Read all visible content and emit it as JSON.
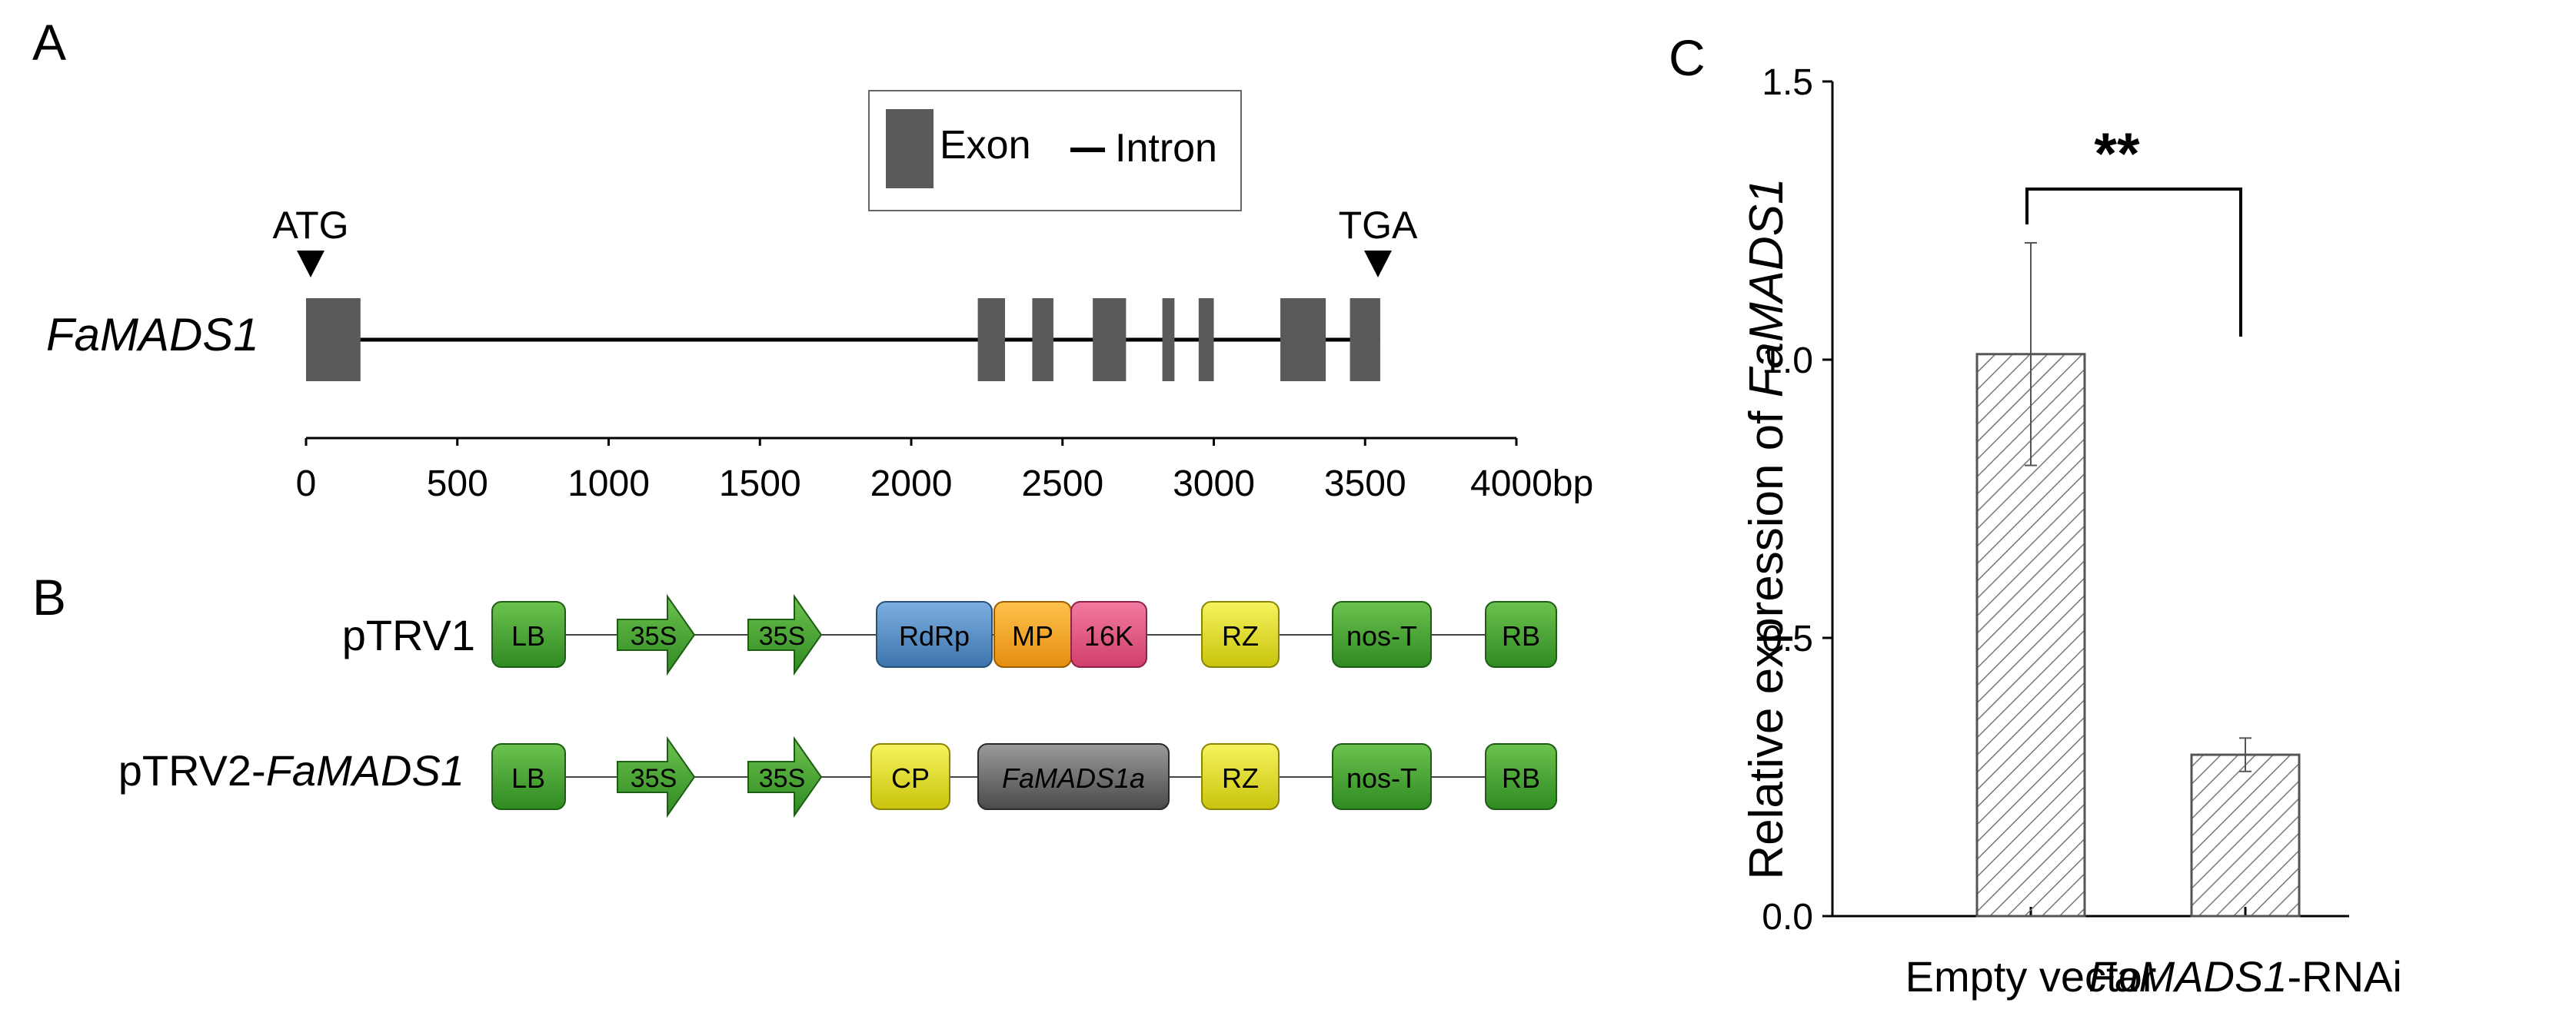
{
  "panels": {
    "a": {
      "label": "A",
      "legend": {
        "exon": "Exon",
        "intron": "Intron"
      },
      "gene_name": "FaMADS1",
      "start_codon": "ATG",
      "stop_codon": "TGA",
      "axis_ticks": [
        "0",
        "500",
        "1000",
        "1500",
        "2000",
        "2500",
        "3000",
        "3500",
        "4000bp"
      ]
    },
    "b": {
      "label": "B",
      "pTRV1": {
        "name": "pTRV1",
        "elements": [
          "LB",
          "35S",
          "35S",
          "RdRp",
          "MP",
          "16K",
          "RZ",
          "nos-T",
          "RB"
        ]
      },
      "pTRV2": {
        "name_plain": "pTRV2-",
        "name_italic": "FaMADS1",
        "elements": [
          "LB",
          "35S",
          "35S",
          "CP",
          "FaMADS1a",
          "RZ",
          "nos-T",
          "RB"
        ]
      }
    },
    "c": {
      "label": "C",
      "ylabel_plain": "Relative expression of ",
      "ylabel_italic": "FaMADS1",
      "significance": "**",
      "cat1": "Empty vector",
      "cat2_italic": "FaMADS1",
      "cat2_plain": "-RNAi"
    }
  },
  "colors": {
    "exon": "#5a5a5a",
    "green_box": "#3f9a2c",
    "rdrp": "#4f86bd",
    "mp": "#f0a21c",
    "k16": "#e2517c",
    "rz_cp": "#e6e11a",
    "famads_box": "#6e6e6e"
  },
  "chart_data": [
    {
      "type": "diagram",
      "title": "FaMADS1 gene structure",
      "xlim": [
        0,
        4000
      ],
      "x_unit": "bp",
      "start_codon_pos": 0,
      "stop_codon_pos": 3550,
      "intron_span": [
        0,
        3550
      ],
      "exons": [
        [
          0,
          180
        ],
        [
          2220,
          2310
        ],
        [
          2400,
          2470
        ],
        [
          2600,
          2710
        ],
        [
          2830,
          2870
        ],
        [
          2950,
          3000
        ],
        [
          3220,
          3370
        ],
        [
          3450,
          3550
        ]
      ]
    },
    {
      "type": "bar",
      "categories": [
        "Empty vector",
        "FaMADS1-RNAi"
      ],
      "values": [
        1.01,
        0.29
      ],
      "error": [
        0.2,
        0.03
      ],
      "ylabel": "Relative expression of FaMADS1",
      "ylim": [
        0,
        1.5
      ],
      "yticks": [
        "0.0",
        "0.5",
        "1.0",
        "1.5"
      ],
      "significance": "**",
      "pattern": "diagonal hatch"
    }
  ]
}
